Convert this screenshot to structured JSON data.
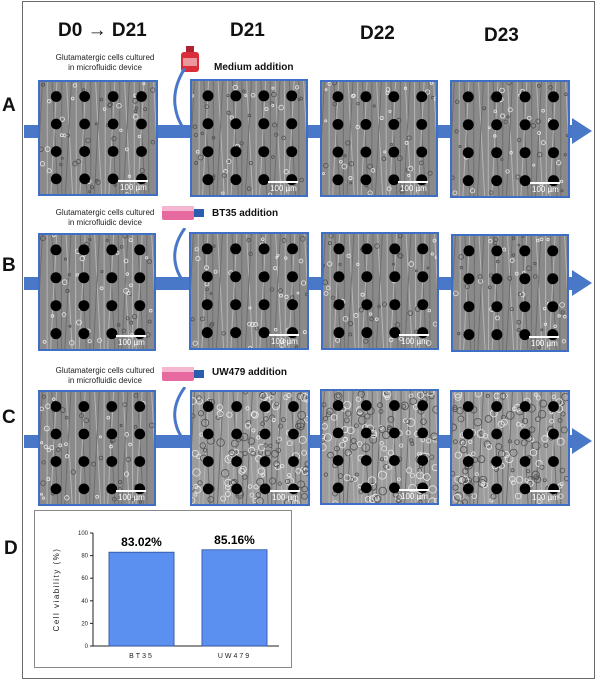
{
  "header": {
    "days": [
      "D0 → D21",
      "D21",
      "D22",
      "D23"
    ]
  },
  "rows": [
    {
      "label": "A",
      "caption_line1": "Glutamatergic cells cultured",
      "caption_line2": "in microfluidic device",
      "addition": "Medium addition",
      "bottle_color": "#d92d3a",
      "scale_bar": "100 µm"
    },
    {
      "label": "B",
      "caption_line1": "Glutamatergic cells cultured",
      "caption_line2": "in microfluidic device",
      "addition": "BT35 addition",
      "bottle_color": "#e66aa0",
      "scale_bar": "100 µm"
    },
    {
      "label": "C",
      "caption_line1": "Glutamatergic cells cultured",
      "caption_line2": "in microfluidic device",
      "addition": "UW479 addition",
      "bottle_color": "#e66aa0",
      "scale_bar": "100 µm"
    }
  ],
  "panel_d": {
    "label": "D"
  },
  "colors": {
    "arrow": "#4a78c8",
    "panel_border": "#3f6fc4",
    "bar_fill": "#5b8ff0"
  },
  "chart_data": {
    "type": "bar",
    "categories": [
      "BT35",
      "UW479"
    ],
    "values": [
      83.02,
      85.16
    ],
    "value_labels": [
      "83.02%",
      "85.16%"
    ],
    "ylabel": "Cell viability (%)",
    "ylim": [
      0,
      100
    ],
    "yticks": [
      "0",
      "20",
      "40",
      "60",
      "80",
      "100"
    ],
    "grid": false
  }
}
